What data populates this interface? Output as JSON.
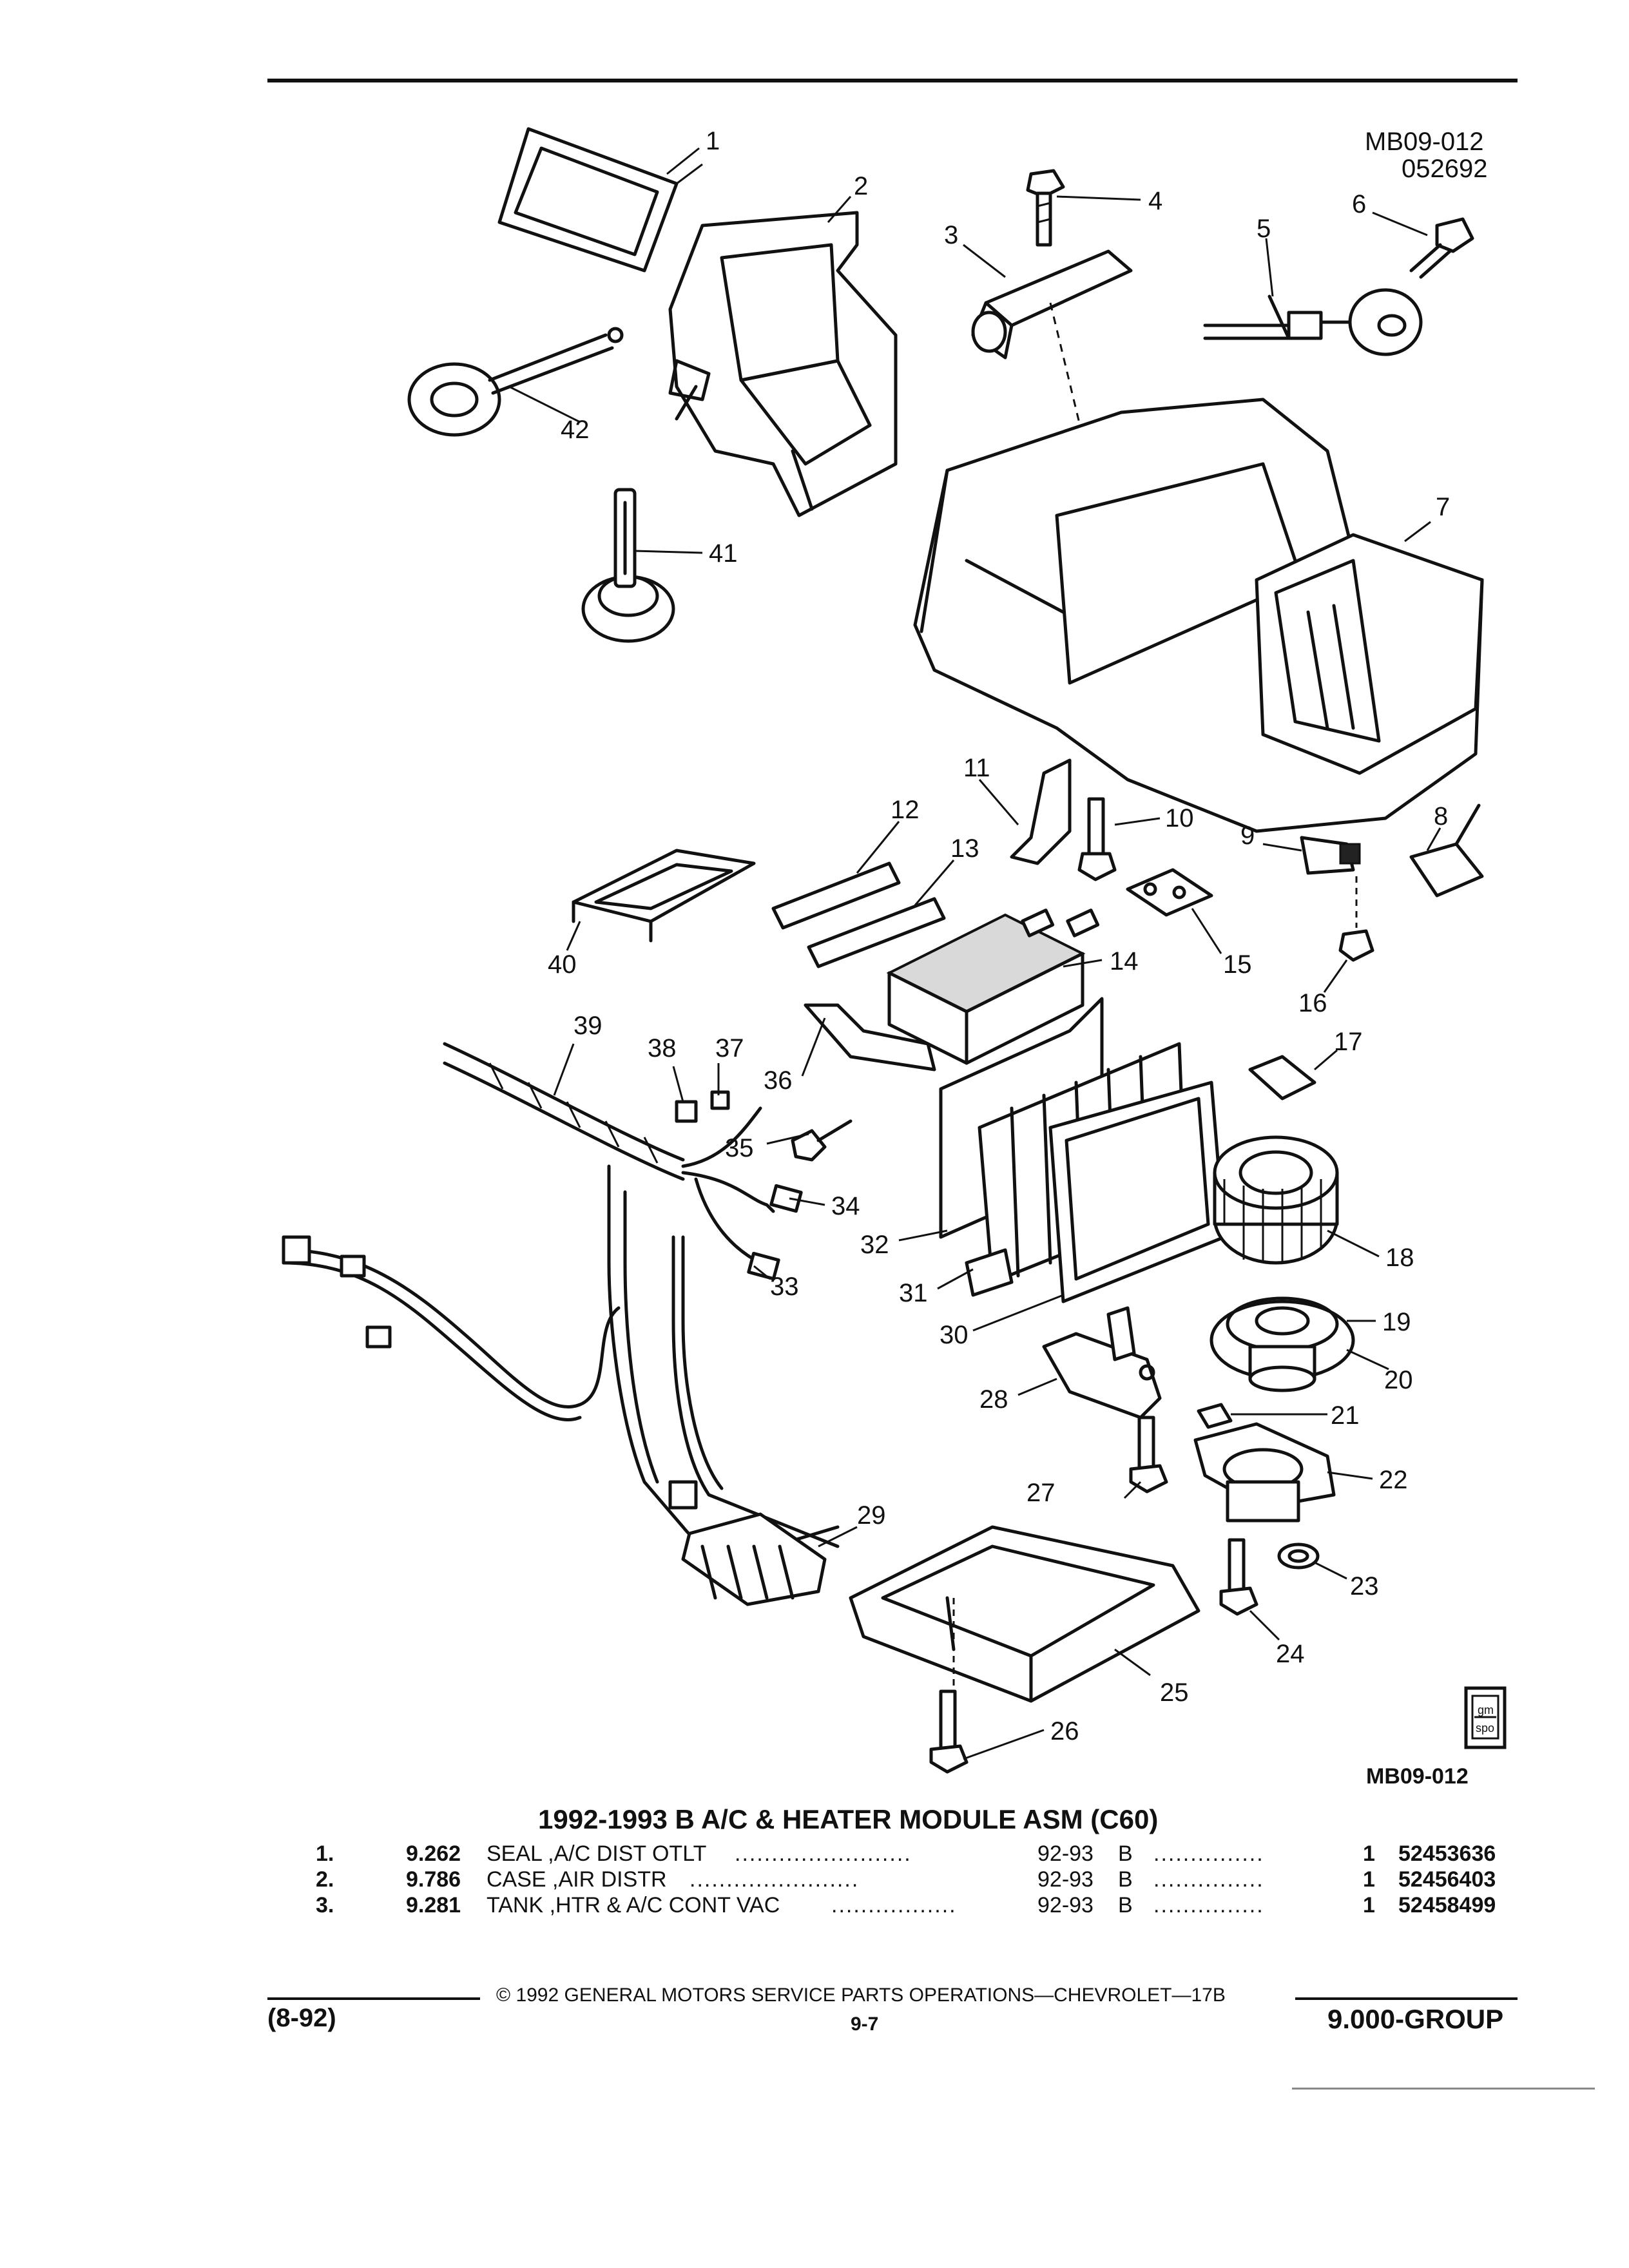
{
  "header": {
    "drawing_id": "MB09-012",
    "drawing_date": "052692"
  },
  "diagram": {
    "callouts": [
      "1",
      "2",
      "3",
      "4",
      "5",
      "6",
      "7",
      "8",
      "9",
      "10",
      "11",
      "12",
      "13",
      "14",
      "15",
      "16",
      "17",
      "18",
      "19",
      "20",
      "21",
      "22",
      "23",
      "24",
      "25",
      "26",
      "27",
      "28",
      "29",
      "30",
      "31",
      "32",
      "33",
      "34",
      "35",
      "36",
      "37",
      "38",
      "39",
      "40",
      "41",
      "42"
    ],
    "footer_id": "MB09-012",
    "badge_top": "gm",
    "badge_bottom": "spo"
  },
  "parts": {
    "title": "1992-1993 B A/C & HEATER MODULE ASM (C60)",
    "rows": [
      {
        "item": "1.",
        "code": "9.262",
        "name": "SEAL ,A/C DIST OTLT",
        "years": "92-93",
        "body": "B",
        "qty": "1",
        "part": "52453636"
      },
      {
        "item": "2.",
        "code": "9.786",
        "name": "CASE ,AIR DISTR",
        "years": "92-93",
        "body": "B",
        "qty": "1",
        "part": "52456403"
      },
      {
        "item": "3.",
        "code": "9.281",
        "name": "TANK ,HTR & A/C CONT VAC",
        "years": "92-93",
        "body": "B",
        "qty": "1",
        "part": "52458499"
      }
    ],
    "leader_dots_1": "........................",
    "leader_dots_2": "...............",
    "leader_dots_3": ".......................",
    "leader_dots_4": "...............",
    "leader_dots_5": ".................",
    "leader_dots_6": "..............."
  },
  "footer": {
    "copyright": "© 1992 GENERAL MOTORS SERVICE PARTS OPERATIONS—CHEVROLET—17B",
    "revision": "(8-92)",
    "page": "9-7",
    "group": "9.000-GROUP"
  }
}
